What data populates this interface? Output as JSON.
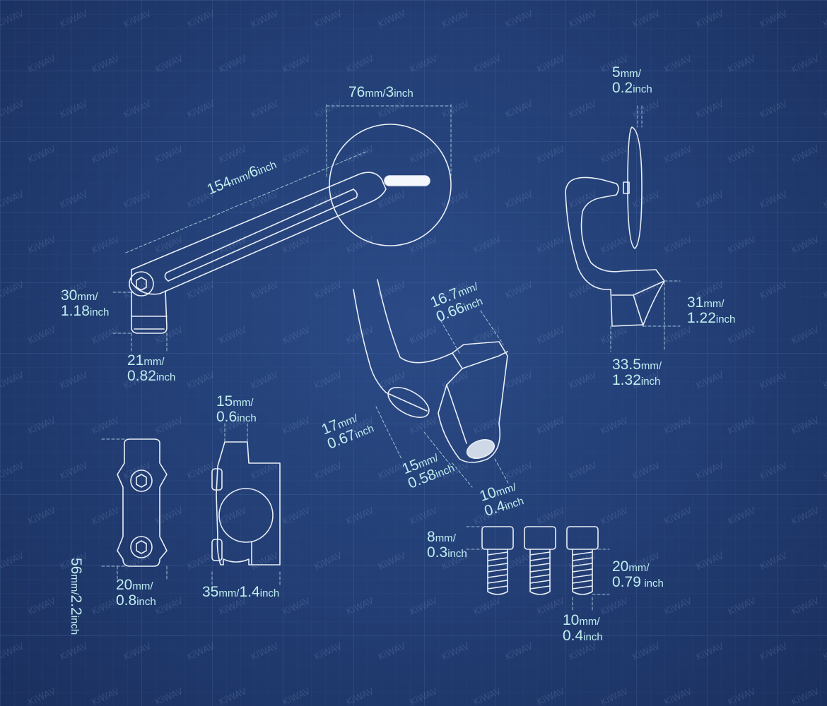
{
  "watermark": "KiWAV",
  "colors": {
    "background": "#223d73",
    "line": "#e8eef6",
    "label": "#bfeef0",
    "grid": "#3a5890"
  },
  "dimensions": {
    "mirror_diameter": {
      "a": "76",
      "au": "mm",
      "sep": "/",
      "b": "3",
      "bu": "inch"
    },
    "arm_length": {
      "a": "154",
      "au": "mm",
      "sep": "/",
      "b": "6",
      "bu": "inch"
    },
    "mount_height": {
      "a": "30",
      "au": "mm",
      "sep": "/",
      "b": "1.18",
      "bu": "inch"
    },
    "mount_width": {
      "a": "21",
      "au": "mm",
      "sep": "/",
      "b": "0.82",
      "bu": "inch"
    },
    "mirror_thickness": {
      "a": "5",
      "au": "mm",
      "sep": "/",
      "b": "0.2",
      "bu": "inch"
    },
    "side_height": {
      "a": "31",
      "au": "mm",
      "sep": "/",
      "b": "1.22",
      "bu": "inch"
    },
    "side_width": {
      "a": "33.5",
      "au": "mm",
      "sep": "/",
      "b": "1.32",
      "bu": "inch"
    },
    "cone_width": {
      "a": "16.7",
      "au": "mm",
      "sep": "/",
      "b": "0.66",
      "bu": "inch"
    },
    "tube_diameter": {
      "a": "17",
      "au": "mm",
      "sep": "/",
      "b": "0.67",
      "bu": "inch"
    },
    "cone_base": {
      "a": "15",
      "au": "mm",
      "sep": "/",
      "b": "0.58",
      "bu": "inch"
    },
    "cone_tip": {
      "a": "10",
      "au": "mm",
      "sep": "/",
      "b": "0.4",
      "bu": "inch"
    },
    "clamp_width": {
      "a": "15",
      "au": "mm",
      "sep": "/",
      "b": "0.6",
      "bu": "inch"
    },
    "clamp_height": {
      "a": "56",
      "au": "mm",
      "sep": "/",
      "b": "2.2",
      "bu": "inch"
    },
    "clamp_front_width": {
      "a": "20",
      "au": "mm",
      "sep": "/",
      "b": "0.8",
      "bu": "inch"
    },
    "clamp_side_width": {
      "a": "35",
      "au": "mm",
      "sep": "/",
      "b": "1.4",
      "bu": "inch"
    },
    "bolt_head": {
      "a": "8",
      "au": "mm",
      "sep": "/",
      "b": "0.3",
      "bu": "inch"
    },
    "bolt_length": {
      "a": "20",
      "au": "mm",
      "sep": "/",
      "b": "0.79",
      "bu": "inch"
    },
    "bolt_width": {
      "a": "10",
      "au": "mm",
      "sep": "/",
      "b": "0.4",
      "bu": "inch"
    }
  }
}
